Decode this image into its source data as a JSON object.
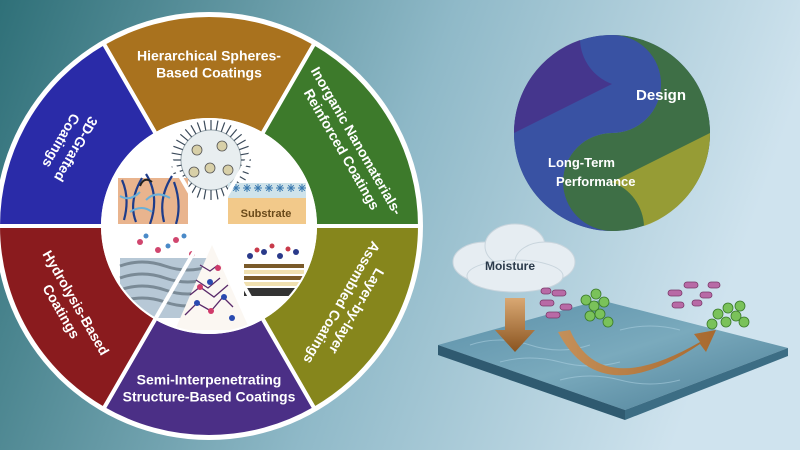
{
  "wheel": {
    "segments": [
      {
        "label_lines": [
          "Hierarchical Spheres-",
          "Based Coatings"
        ],
        "color": "#a9721e"
      },
      {
        "label_lines": [
          "Inorganic Nanomaterials-",
          "Reinforced Coatings"
        ],
        "color": "#3d7a2b"
      },
      {
        "label_lines": [
          "Layer-by-layer",
          "Assembled Coatings"
        ],
        "color": "#86861c"
      },
      {
        "label_lines": [
          "Semi-Interpenetrating",
          "Structure-Based Coatings"
        ],
        "color": "#4b2f86"
      },
      {
        "label_lines": [
          "Hydrolysis-Based",
          "Coatings"
        ],
        "color": "#8a1b1e"
      },
      {
        "label_lines": [
          "3D-Grafted",
          "Coatings"
        ],
        "color": "#2a2ba8"
      }
    ],
    "substrate_label": "Substrate"
  },
  "yin_yang": {
    "top_label": "Design",
    "bottom_label_lines": [
      "Long-Term",
      "Performance"
    ],
    "colors": {
      "blue": "#3551a8",
      "green": "#3f7a3e",
      "purple": "#4a2e86",
      "yellow": "#a9a833"
    }
  },
  "moisture": {
    "label": "Moisture"
  },
  "colors": {
    "bg_left": "#3b7e86",
    "bg_right": "#c4dbe8",
    "arrow": "#b07a3a"
  }
}
